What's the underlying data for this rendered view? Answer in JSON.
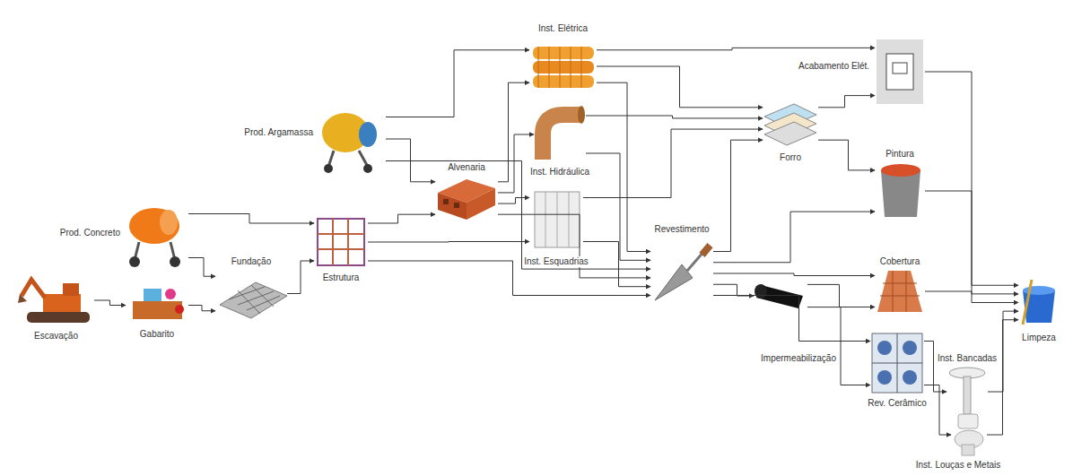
{
  "diagram": {
    "nodes": [
      {
        "text": [
          "Escavação"
        ]
      },
      {
        "text": [
          "Gabarito"
        ]
      },
      {
        "text": [
          "Prod. Concreto"
        ]
      },
      {
        "text": [
          "Fundação"
        ]
      },
      {
        "text": [
          "Prod. Argamassa"
        ]
      },
      {
        "text": [
          "Estrutura"
        ]
      },
      {
        "text": [
          "Alvenaria"
        ]
      },
      {
        "text": [
          "Inst. Elétrica"
        ]
      },
      {
        "text": [
          "Inst. Hidráulica"
        ]
      },
      {
        "text": [
          "Inst. Esquadrias"
        ]
      },
      {
        "text": [
          "Revestimento"
        ]
      },
      {
        "text": [
          "Impermeabilização"
        ]
      },
      {
        "text": [
          "Forro"
        ]
      },
      {
        "text": [
          "Acabamento Elét."
        ]
      },
      {
        "text": [
          "Pintura"
        ]
      },
      {
        "text": [
          "Cobertura"
        ]
      },
      {
        "text": [
          "Rev. Cerâmico"
        ]
      },
      {
        "text": [
          "Inst. Bancadas"
        ]
      },
      {
        "text": [
          "Inst. Louças e Metais"
        ]
      },
      {
        "text": [
          "Limpeza"
        ]
      }
    ],
    "edges": [
      {
        "from": 0,
        "to": 1,
        "arrow": "to"
      },
      {
        "from": 1,
        "to": 3,
        "arrow": "to"
      },
      {
        "from": 2,
        "to": 3,
        "arrow": "to"
      },
      {
        "from": 2,
        "to": 5,
        "arrow": "to"
      },
      {
        "from": 3,
        "to": 5,
        "arrow": "to"
      },
      {
        "from": 4,
        "to": 6,
        "arrow": "to"
      },
      {
        "from": 4,
        "to": 7,
        "arrow": "to"
      },
      {
        "from": 4,
        "to": 10,
        "arrow": "to"
      },
      {
        "from": 5,
        "to": 6,
        "arrow": "to"
      },
      {
        "from": 5,
        "to": 9,
        "arrow": "to"
      },
      {
        "from": 5,
        "to": 10,
        "arrow": "to"
      },
      {
        "from": 6,
        "to": 7,
        "arrow": "to"
      },
      {
        "from": 6,
        "to": 8,
        "arrow": "to"
      },
      {
        "from": 6,
        "to": 9,
        "arrow": "to"
      },
      {
        "from": 6,
        "to": 10,
        "arrow": "to"
      },
      {
        "from": 7,
        "to": 13,
        "arrow": "to"
      },
      {
        "from": 7,
        "to": 12,
        "arrow": "to"
      },
      {
        "from": 7,
        "to": 10,
        "arrow": "to"
      },
      {
        "from": 8,
        "to": 10,
        "arrow": "to"
      },
      {
        "from": 8,
        "to": 12,
        "arrow": "to"
      },
      {
        "from": 9,
        "to": 10,
        "arrow": "to"
      },
      {
        "from": 9,
        "to": 12,
        "arrow": "to"
      },
      {
        "from": 10,
        "to": 12,
        "arrow": "to"
      },
      {
        "from": 10,
        "to": 14,
        "arrow": "to"
      },
      {
        "from": 10,
        "to": 15,
        "arrow": "to"
      },
      {
        "from": 10,
        "to": 11,
        "arrow": "to"
      },
      {
        "from": 10,
        "to": 16,
        "arrow": "to"
      },
      {
        "from": 11,
        "to": 15,
        "arrow": "to"
      },
      {
        "from": 11,
        "to": 16,
        "arrow": "to"
      },
      {
        "from": 12,
        "to": 13,
        "arrow": "to"
      },
      {
        "from": 12,
        "to": 14,
        "arrow": "to"
      },
      {
        "from": 16,
        "to": 17,
        "arrow": "to"
      },
      {
        "from": 16,
        "to": 18,
        "arrow": "to"
      },
      {
        "from": 13,
        "to": 19,
        "arrow": "to"
      },
      {
        "from": 14,
        "to": 19,
        "arrow": "to"
      },
      {
        "from": 15,
        "to": 19,
        "arrow": "to"
      },
      {
        "from": 17,
        "to": 19,
        "arrow": "to"
      },
      {
        "from": 18,
        "to": 19,
        "arrow": "to"
      }
    ]
  }
}
